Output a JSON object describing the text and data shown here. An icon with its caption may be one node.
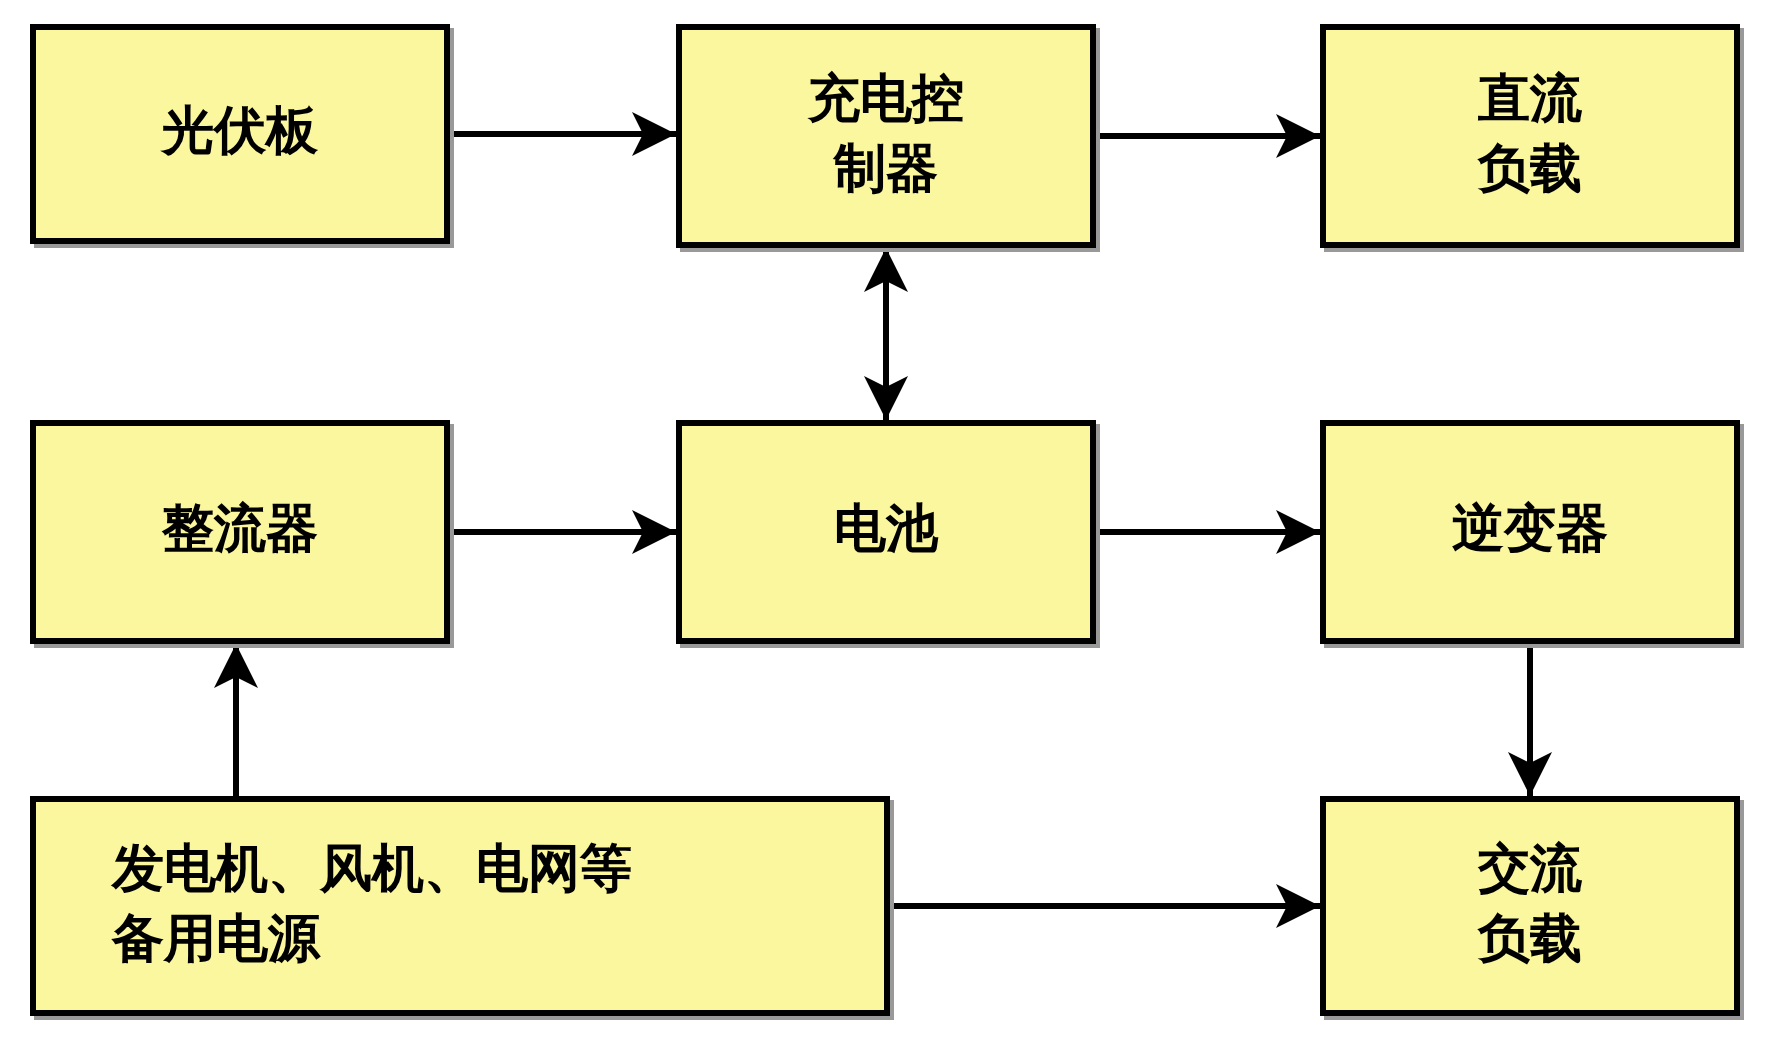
{
  "diagram": {
    "nodes": [
      {
        "text": [
          "光伏板"
        ]
      },
      {
        "text": [
          "充电控制器"
        ]
      },
      {
        "text": [
          "直流负载"
        ]
      },
      {
        "text": [
          "整流器"
        ]
      },
      {
        "text": [
          "电池"
        ]
      },
      {
        "text": [
          "逆变器"
        ]
      },
      {
        "text": [
          "发电机、风机、电网等备用电源"
        ]
      },
      {
        "text": [
          "交流负载"
        ]
      }
    ],
    "edges": [
      {
        "from": 0,
        "to": 1,
        "arrow": "to"
      },
      {
        "from": 1,
        "to": 2,
        "arrow": "to"
      },
      {
        "from": 1,
        "to": 4,
        "arrow": "both"
      },
      {
        "from": 3,
        "to": 4,
        "arrow": "to"
      },
      {
        "from": 4,
        "to": 5,
        "arrow": "to"
      },
      {
        "from": 5,
        "to": 7,
        "arrow": "to"
      },
      {
        "from": 6,
        "to": 3,
        "arrow": "to"
      },
      {
        "from": 6,
        "to": 7,
        "arrow": "to"
      }
    ]
  }
}
